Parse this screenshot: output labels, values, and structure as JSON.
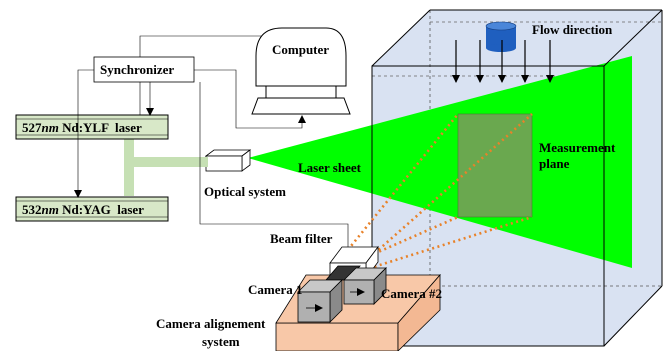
{
  "labels": {
    "synchronizer": "Synchronizer",
    "computer": "Computer",
    "laser_ylf_num": "527",
    "laser_ylf_unit": "nm",
    "laser_ylf_rest": " Nd:YLF  laser",
    "laser_yag_num": "532",
    "laser_yag_unit": "nm",
    "laser_yag_rest": " Nd:YAG  laser",
    "optical_system": "Optical system",
    "laser_sheet": "Laser sheet",
    "flow_direction": "Flow direction",
    "measurement_plane_1": "Measurement",
    "measurement_plane_2": "plane",
    "beam_filter": "Beam filter",
    "camera_1": "Camera 1",
    "camera_2": "Camera #2",
    "camera_align_1": "Camera alignement",
    "camera_align_2": "system"
  },
  "colors": {
    "tank_fill": "#d9e2f2",
    "laser_sheet": "#00ff00",
    "measurement_plane": "#6aa84f",
    "laser_box": "#d8e8c8",
    "beam_path": "#c6e0b4",
    "flow_source": "#1f5fbf",
    "camera_stage": "#f8c8a8",
    "view_lines": "#e8822a"
  }
}
